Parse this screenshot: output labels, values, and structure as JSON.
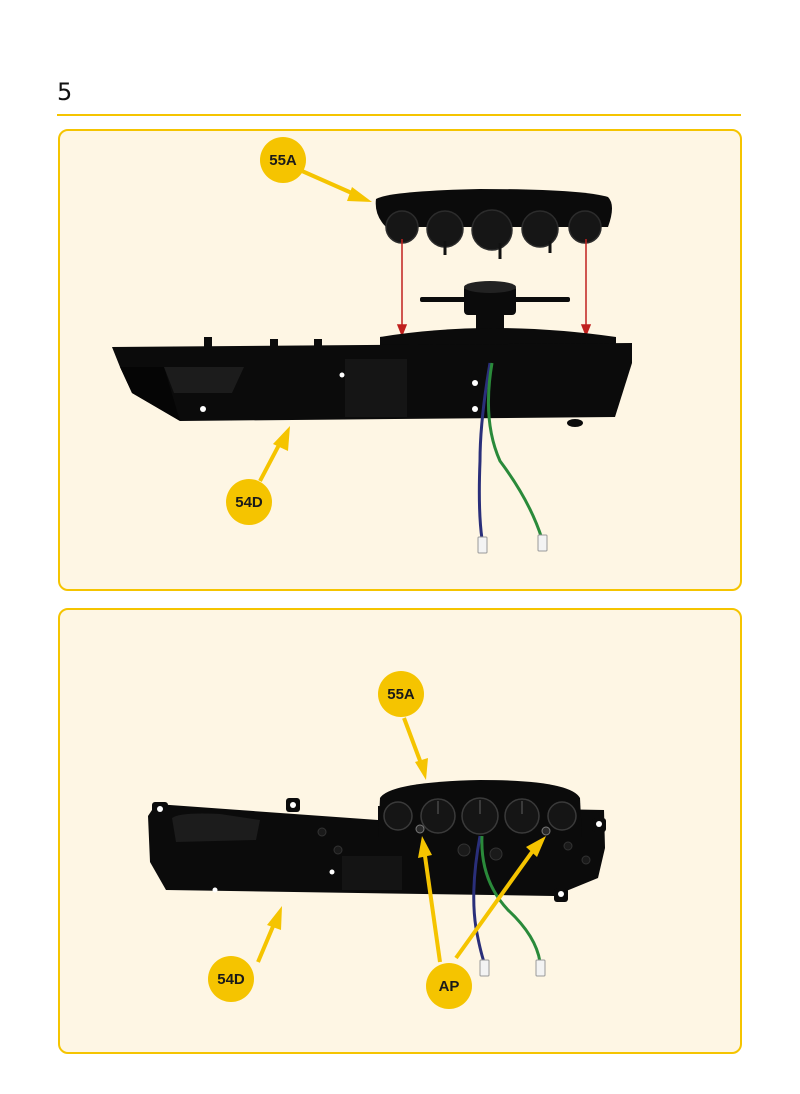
{
  "step": {
    "number": "5"
  },
  "panels": [
    {
      "callouts": {
        "part_55a": "55A",
        "part_54d": "54D"
      }
    },
    {
      "callouts": {
        "part_55a": "55A",
        "part_54d": "54D",
        "screws_ap": "AP"
      }
    }
  ],
  "colors": {
    "accent": "#f5c400",
    "panel_background": "#fef6e4",
    "part_black": "#0b0b0b",
    "guide_arrow": "#c0211e",
    "wire_green": "#2a8a3a",
    "wire_blue": "#2a2f7a"
  }
}
